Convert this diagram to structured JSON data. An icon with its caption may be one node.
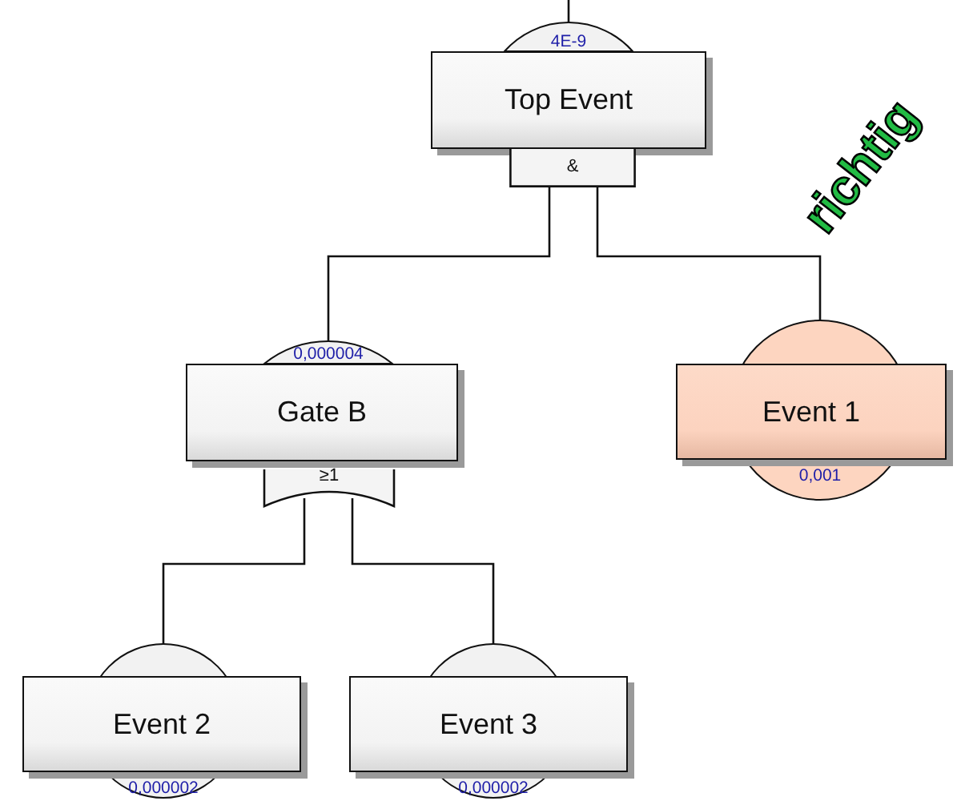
{
  "diagram": {
    "nodes": [
      {
        "text": [
          "Top Event"
        ],
        "beside": [
          "4E-9"
        ]
      },
      {
        "text": [
          "&"
        ]
      },
      {
        "text": [
          "Gate B"
        ],
        "beside": [
          "0,000004"
        ]
      },
      {
        "text": [
          "≥1"
        ]
      },
      {
        "text": [
          "Event 1"
        ],
        "beside": [
          "0,001"
        ]
      },
      {
        "text": [
          "Event 2"
        ],
        "beside": [
          "0,000002"
        ]
      },
      {
        "text": [
          "Event 3"
        ],
        "beside": [
          "0,000002"
        ]
      }
    ],
    "edges": [
      {
        "from": null,
        "to": 0,
        "arrow": "none"
      },
      {
        "from": 1,
        "to": 2,
        "arrow": "none"
      },
      {
        "from": 1,
        "to": 4,
        "arrow": "none"
      },
      {
        "from": 3,
        "to": 5,
        "arrow": "none"
      },
      {
        "from": 3,
        "to": 6,
        "arrow": "none"
      }
    ],
    "labels": [
      "richtig"
    ]
  }
}
